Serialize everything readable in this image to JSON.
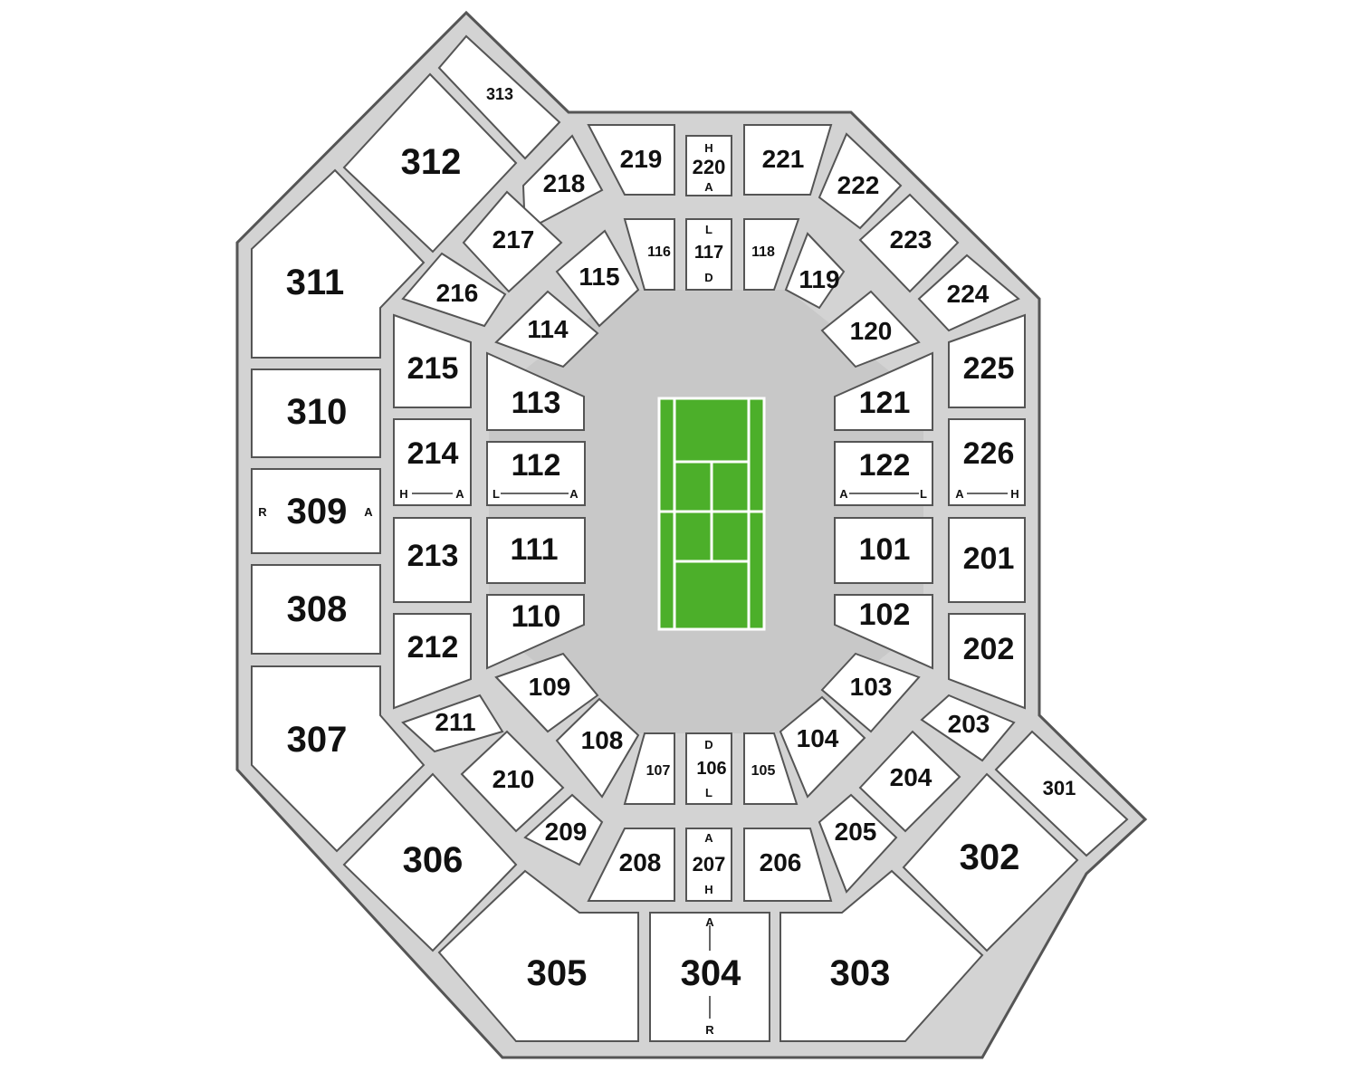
{
  "colors": {
    "concourse": "#d3d3d3",
    "floor": "#c8c8c8",
    "court": "#4caf2a",
    "section": "#ffffff",
    "outline": "#555555"
  },
  "sections": {
    "s101": "101",
    "s102": "102",
    "s103": "103",
    "s104": "104",
    "s105": "105",
    "s106": "106",
    "s107": "107",
    "s108": "108",
    "s109": "109",
    "s110": "110",
    "s111": "111",
    "s112": "112",
    "s113": "113",
    "s114": "114",
    "s115": "115",
    "s116": "116",
    "s117": "117",
    "s118": "118",
    "s119": "119",
    "s120": "120",
    "s121": "121",
    "s122": "122",
    "s201": "201",
    "s202": "202",
    "s203": "203",
    "s204": "204",
    "s205": "205",
    "s206": "206",
    "s207": "207",
    "s208": "208",
    "s209": "209",
    "s210": "210",
    "s211": "211",
    "s212": "212",
    "s213": "213",
    "s214": "214",
    "s215": "215",
    "s216": "216",
    "s217": "217",
    "s218": "218",
    "s219": "219",
    "s220": "220",
    "s221": "221",
    "s222": "222",
    "s223": "223",
    "s224": "224",
    "s225": "225",
    "s226": "226",
    "s301": "301",
    "s302": "302",
    "s303": "303",
    "s304": "304",
    "s305": "305",
    "s306": "306",
    "s307": "307",
    "s308": "308",
    "s309": "309",
    "s310": "310",
    "s311": "311",
    "s312": "312",
    "s313": "313"
  },
  "row_markers": {
    "m220_top": "H",
    "m220_bottom": "A",
    "m117_top": "L",
    "m117_bottom": "D",
    "m106_top": "D",
    "m106_bottom": "L",
    "m207_top": "A",
    "m207_bottom": "H",
    "m214_left": "H",
    "m214_right": "A",
    "m112_left": "L",
    "m112_right": "A",
    "m122_left": "A",
    "m122_right": "L",
    "m226_left": "A",
    "m226_right": "H",
    "m309_left": "R",
    "m309_right": "A",
    "m304_top": "A",
    "m304_bottom": "R"
  }
}
